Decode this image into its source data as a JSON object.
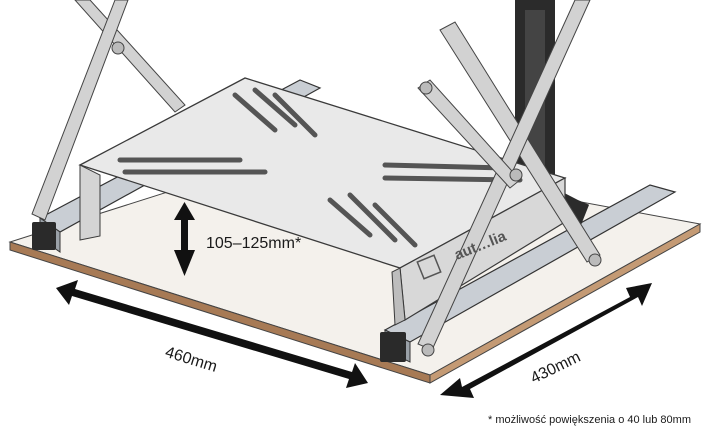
{
  "labels": {
    "height": "105–125mm*",
    "width": "460mm",
    "depth": "430mm",
    "footnote": "* możliwość powiększenia o 40 lub 80mm",
    "logo": "aut…lia"
  },
  "colors": {
    "platform": "#e6e6e6",
    "platform_edge": "#3a3a3a",
    "board_top": "#f4f1ec",
    "board_edge": "#a77a55",
    "rail": "#bfc4ca",
    "rail_end": "#2a2a2a",
    "strut": "#d2d2d2",
    "arrow": "#111111"
  }
}
